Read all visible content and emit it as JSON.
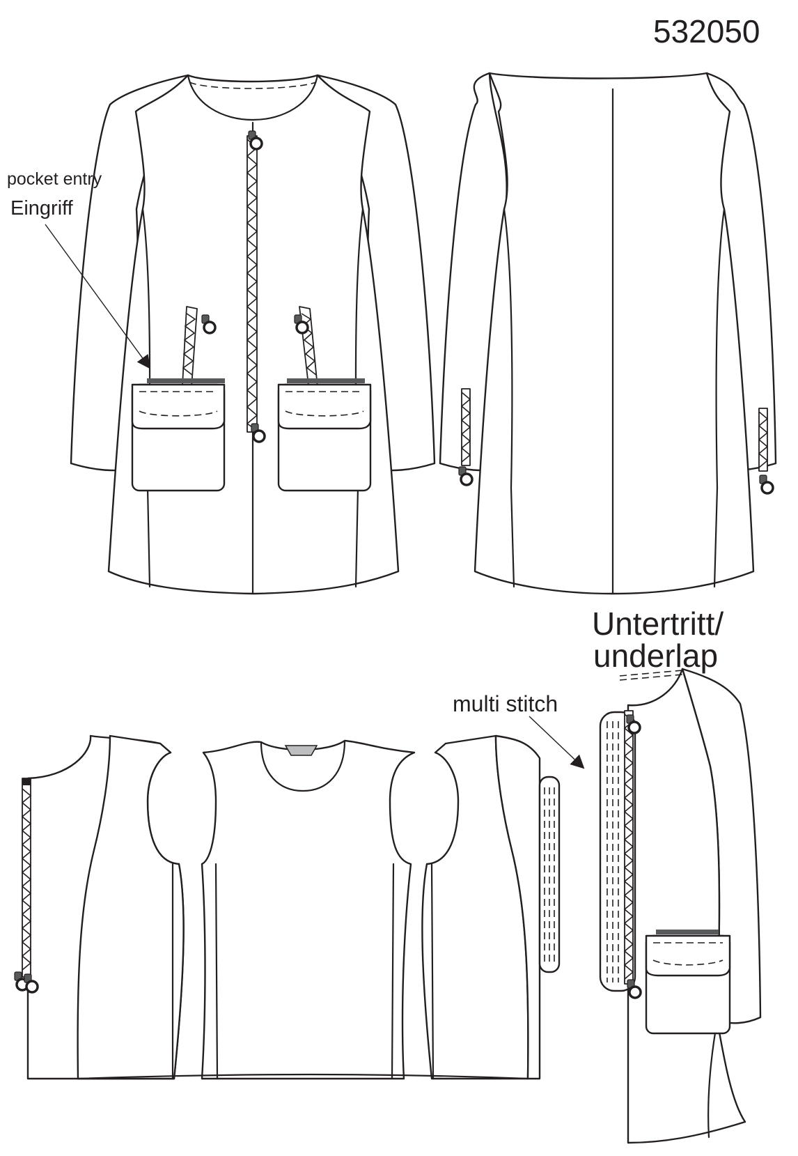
{
  "style_number": "532050",
  "annotations": {
    "pocket_entry_en": "pocket entry",
    "pocket_entry_de": "Eingriff",
    "underlap_de": "Untertritt/",
    "underlap_en": "underlap",
    "multi_stitch": "multi stitch"
  },
  "colors": {
    "line": "#231f20",
    "welt": "#58595b",
    "fill": "#ffffff"
  },
  "icons": [
    "zipper-icon",
    "zipper-pull-icon"
  ]
}
